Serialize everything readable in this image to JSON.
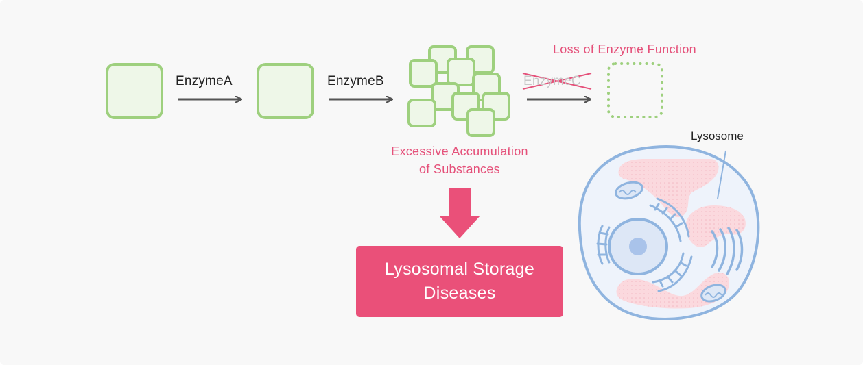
{
  "pathway": {
    "step1_label": "EnzymeA",
    "step2_label": "EnzymeB",
    "step3_label": "EnzymeC",
    "loss_label": "Loss of Enzyme Function",
    "accumulation_label_line1": "Excessive Accumulation",
    "accumulation_label_line2": "of Substances"
  },
  "result": {
    "disease_line1": "Lysosomal Storage",
    "disease_line2": "Diseases"
  },
  "cell": {
    "organelle_label": "Lysosome"
  },
  "colors": {
    "substrate_fill": "#eef7e8",
    "substrate_stroke": "#9ed07e",
    "accent_pink": "#e5517a",
    "disease_box": "#ea5079",
    "cell_outline": "#8fb4df",
    "lysosome_fill": "#fbd9de"
  }
}
